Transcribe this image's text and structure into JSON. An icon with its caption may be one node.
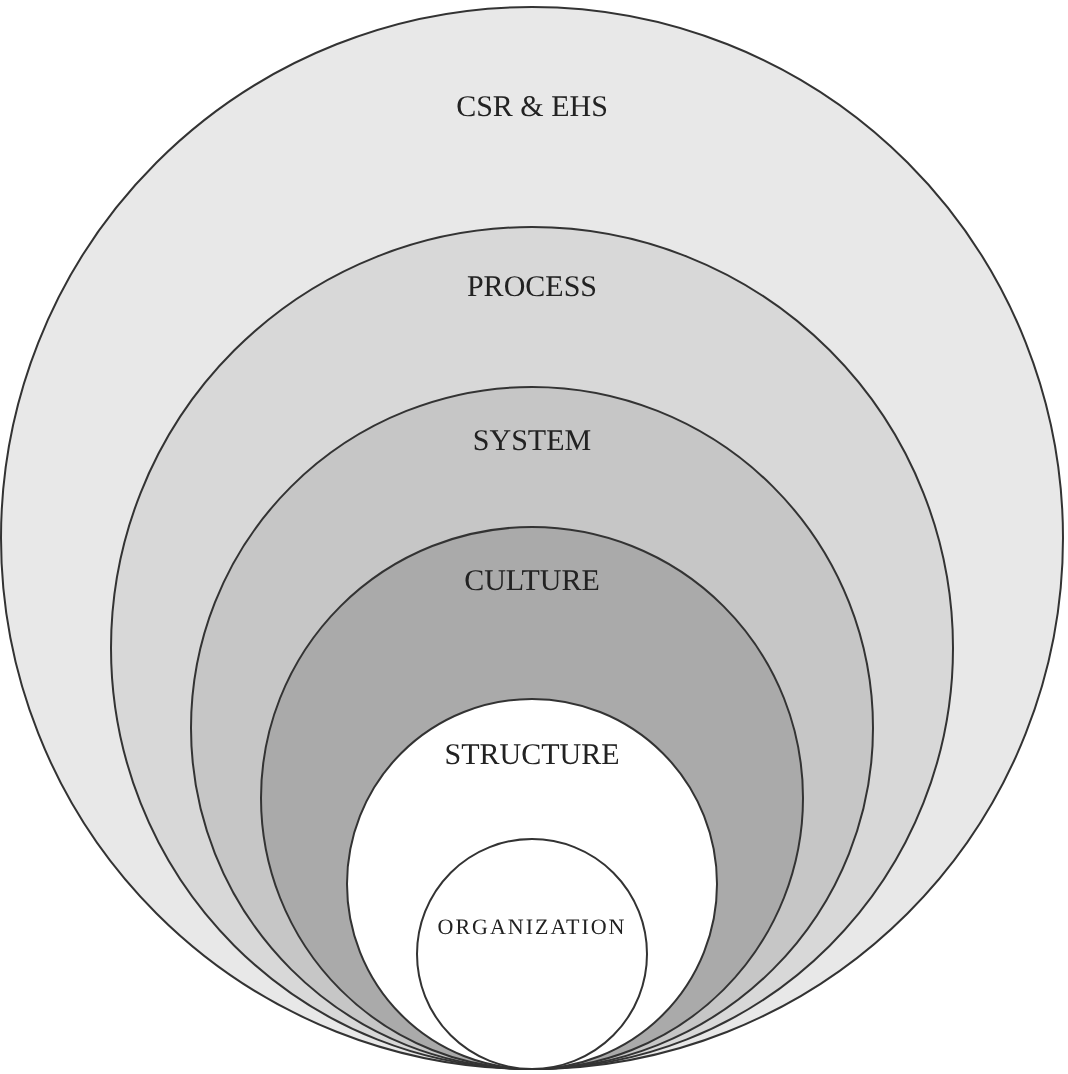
{
  "diagram": {
    "nodes": [
      {
        "text": [
          "CSR & EHS"
        ]
      },
      {
        "text": [
          "PROCESS"
        ],
        "in": 0
      },
      {
        "text": [
          "SYSTEM"
        ],
        "in": 1
      },
      {
        "text": [
          "CULTURE"
        ],
        "in": 2
      },
      {
        "text": [
          "STRUCTURE"
        ],
        "in": 3
      },
      {
        "text": [
          "ORGANIZATION"
        ],
        "in": 4
      }
    ]
  }
}
